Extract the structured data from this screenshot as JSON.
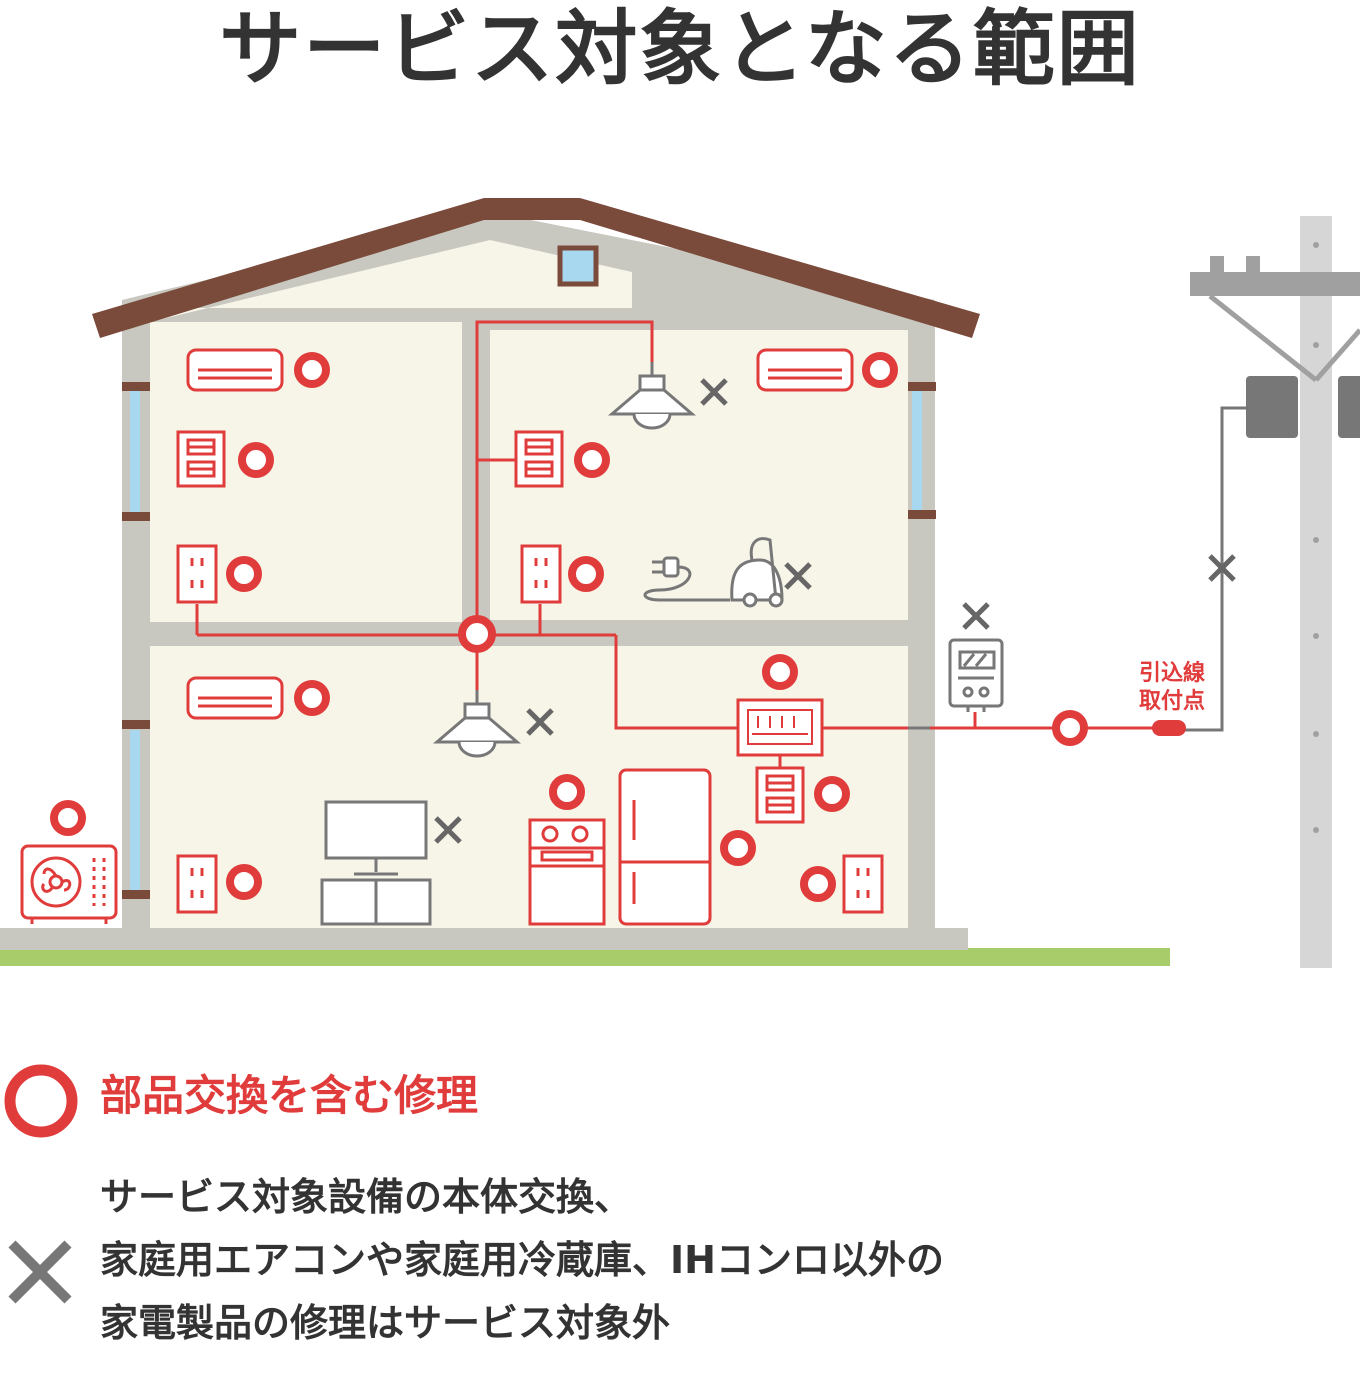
{
  "title": "サービス対象となる範囲",
  "diagram": {
    "drop_point_label": [
      "引込線",
      "取付点"
    ]
  },
  "legend": {
    "ok_text": "部品交換を含む修理",
    "ng_lines": [
      "サービス対象設備の本体交換、",
      "家庭用エアコンや家庭用冷蔵庫、IHコンロ以外の",
      "家電製品の修理はサービス対象外"
    ]
  },
  "colors": {
    "accent_red": "#e03c3c",
    "roof_brown": "#7a4a3a",
    "wall_gray": "#c8c8c0",
    "room_cream": "#f7f4e8",
    "window_blue": "#a8d8f0",
    "ground_green": "#a8cc6a",
    "cross_gray": "#666666",
    "pole_gray": "#d6d6d6"
  },
  "icons": {
    "ok": "red-circle-icon",
    "ng": "gray-cross-icon"
  }
}
